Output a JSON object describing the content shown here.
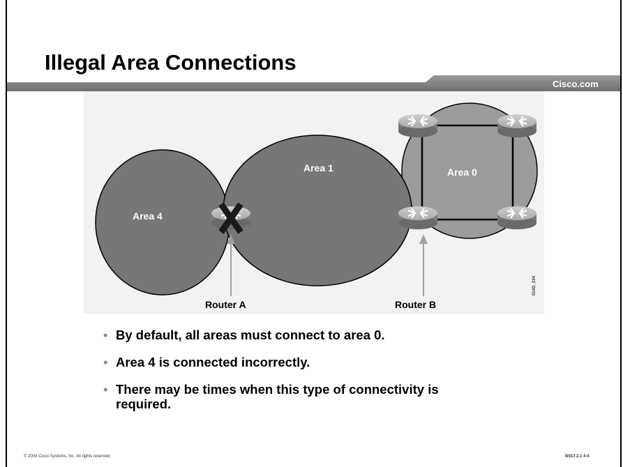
{
  "slide": {
    "title": "Illegal Area Connections",
    "brand": "Cisco.com"
  },
  "diagram": {
    "areas": [
      "Area 4",
      "Area 1",
      "Area 0"
    ],
    "routers": [
      "Router A",
      "Router B"
    ],
    "figure_id": "014G_234"
  },
  "bullets": [
    "By default, all areas must connect to area 0.",
    "Area 4 is connected incorrectly.",
    "There may be times when this type of connectivity is required."
  ],
  "footer": {
    "copyright": "© 2004 Cisco Systems, Inc. All rights reserved.",
    "course": "BSCI 2.1    4-4"
  }
}
